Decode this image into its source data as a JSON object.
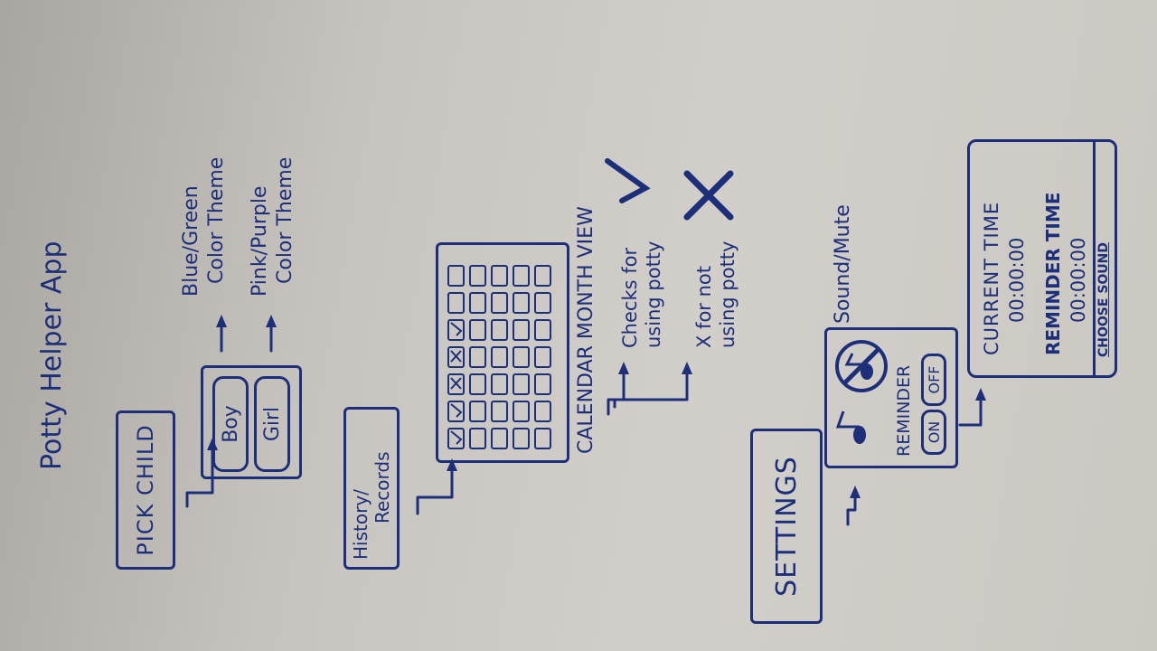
{
  "app_title": "Potty Helper App",
  "pick_child": {
    "label": "PICK CHILD",
    "options": [
      "Boy",
      "Girl"
    ],
    "themes": [
      {
        "line1": "Blue/Green",
        "line2": "Color Theme"
      },
      {
        "line1": "Pink/Purple",
        "line2": "Color Theme"
      }
    ]
  },
  "history": {
    "label_line1": "History/",
    "label_line2": "Records",
    "calendar_caption": "CALENDAR MONTH VIEW",
    "notes": [
      {
        "line1": "Checks for",
        "line2": "using potty",
        "icon": "check-icon"
      },
      {
        "line1": "X for not",
        "line2": "using potty",
        "icon": "x-icon"
      }
    ],
    "marked_cells": [
      {
        "row": 0,
        "col": 0,
        "mark": "check"
      },
      {
        "row": 0,
        "col": 1,
        "mark": "check"
      },
      {
        "row": 0,
        "col": 2,
        "mark": "x"
      },
      {
        "row": 0,
        "col": 3,
        "mark": "x"
      },
      {
        "row": 0,
        "col": 4,
        "mark": "check"
      }
    ]
  },
  "settings": {
    "label": "SETTINGS",
    "sound_label": "Sound/Mute",
    "reminder_label": "REMINDER",
    "on_label": "ON",
    "off_label": "OFF",
    "reminder_panel": {
      "current_time_label": "CURRENT TIME",
      "current_time_value": "00:00:00",
      "reminder_time_label": "REMINDER TIME",
      "reminder_time_value": "00:00:00",
      "choose_sound_label": "CHOOSE SOUND"
    }
  },
  "colors": {
    "ink": "#1e2f7a",
    "paper": "#cfccc7"
  }
}
